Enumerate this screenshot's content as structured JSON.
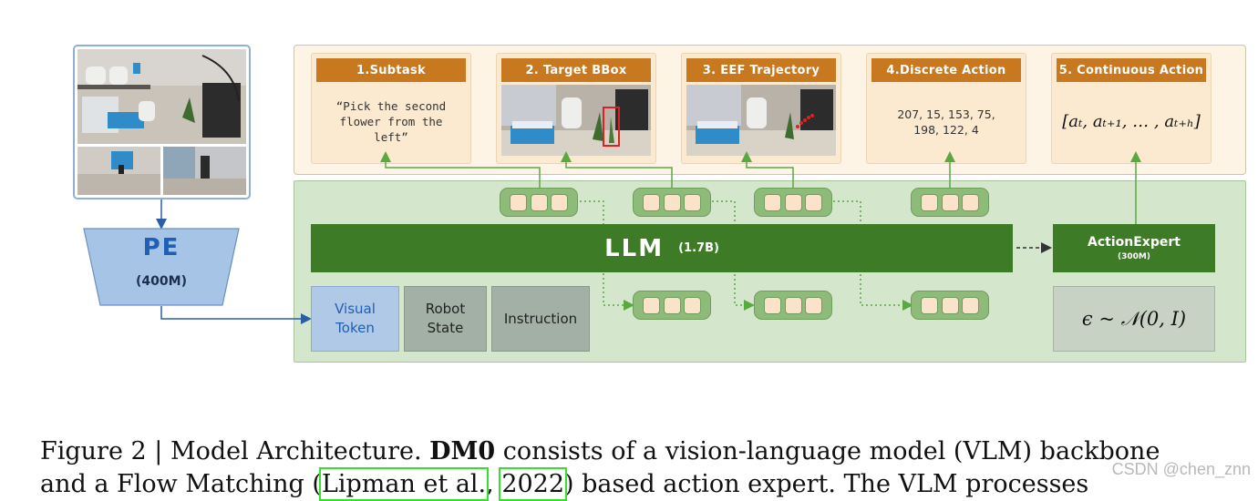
{
  "outputs": {
    "subtask": {
      "header": "1.Subtask",
      "text": "“Pick the second flower from the left”"
    },
    "bbox": {
      "header": "2. Target BBox"
    },
    "eef": {
      "header": "3. EEF Trajectory"
    },
    "discrete": {
      "header": "4.Discrete Action",
      "text": "207, 15, 153, 75, 198, 122, 4"
    },
    "continuous": {
      "header": "5. Continuous Action",
      "formula": "[aₜ, aₜ₊₁, … , aₜ₊ₕ]"
    }
  },
  "llm": {
    "title": "LLM",
    "size": "(1.7B)"
  },
  "action_expert": {
    "title": "ActionExpert",
    "size": "(300M)"
  },
  "inputs": {
    "visual": "Visual Token",
    "robot": "Robot State",
    "instruction": "Instruction"
  },
  "noise": "ϵ ~ 𝒩(0, I)",
  "pe": {
    "title": "PE",
    "size": "(400M)"
  },
  "caption": {
    "prefix": "Figure 2 | Model Architecture. ",
    "model": "DM0",
    "line1_rest": " consists of a vision-language model (VLM) backbone",
    "line2_a": "and a Flow Matching (",
    "cite1": "Lipman et al.",
    "line2_b": ", ",
    "cite2": "2022",
    "line2_c": ") based action expert. The VLM processes"
  },
  "watermark": "CSDN @chen_znn",
  "colors": {
    "orange_header": "#c8781e",
    "llm_green": "#3e7b27",
    "token_green": "#8fbb7a",
    "visual_blue": "#afc9e6",
    "pe_blue": "#a6c4e6"
  }
}
